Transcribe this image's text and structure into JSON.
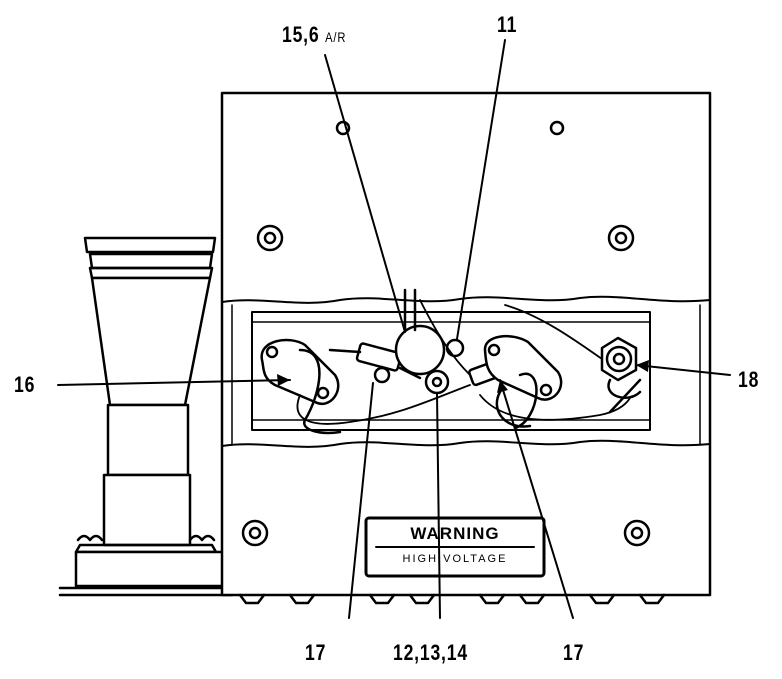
{
  "diagram": {
    "callouts": {
      "c15_6": "15,6",
      "c15_6_suffix": "A/R",
      "c11": "11",
      "c16": "16",
      "c18": "18",
      "c17_left": "17",
      "c12_13_14": "12,13,14",
      "c17_right": "17"
    },
    "warning_label": {
      "title": "WARNING",
      "subtitle": "HIGH VOLTAGE"
    }
  }
}
